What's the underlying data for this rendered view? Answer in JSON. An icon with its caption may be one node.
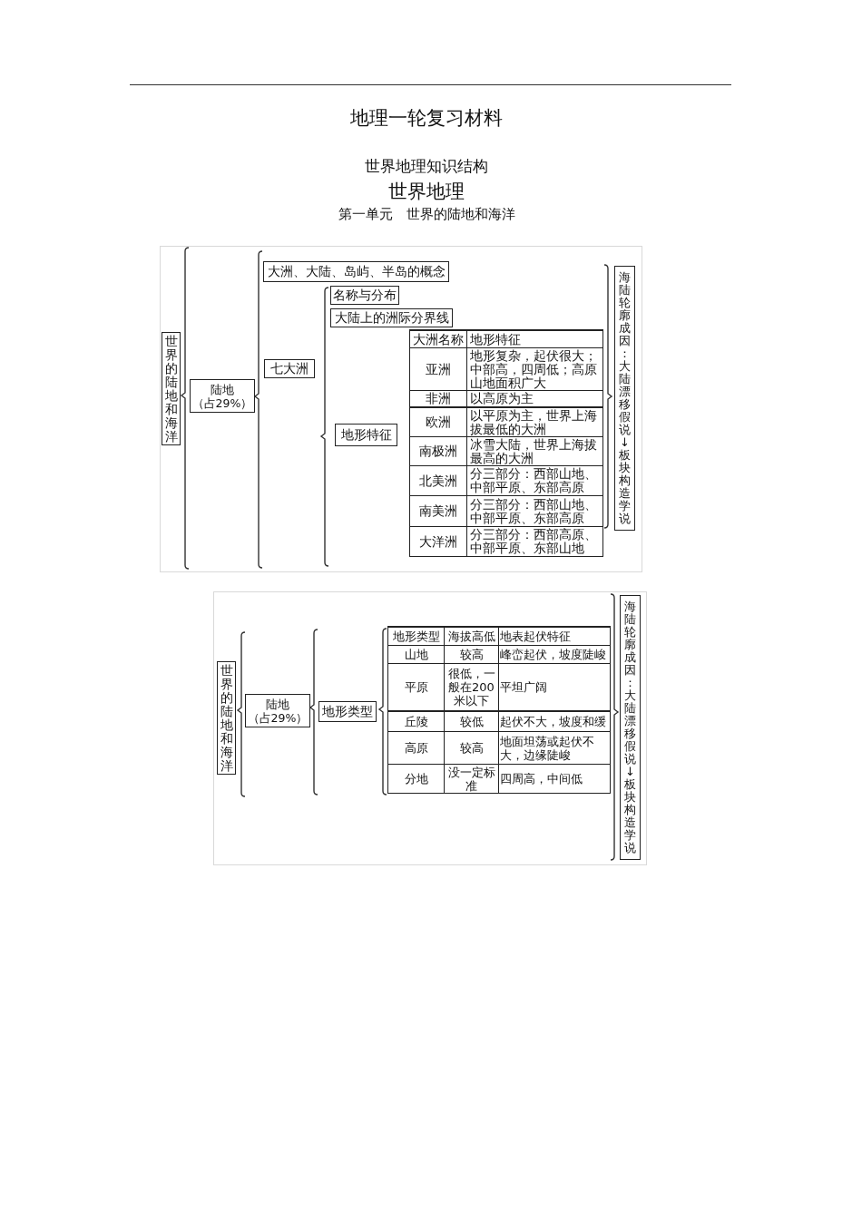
{
  "diagram": {
    "title": "地理一轮复习材料",
    "nodes": [
      {
        "text": [
          "世界的陆地和海洋"
        ]
      },
      {
        "text": [
          "陆地（占29%）"
        ]
      },
      {
        "text": [
          "大洲、大陆、岛屿、半岛的概念"
        ]
      },
      {
        "text": [
          "七大洲"
        ]
      },
      {
        "text": [
          "名称与分布"
        ]
      },
      {
        "text": [
          "大陆上的洲际分界线"
        ]
      },
      {
        "text": [
          "地形特征"
        ]
      },
      {
        "text": [
          "海陆轮廓成因：大陆漂移假说↓板块构造学说"
        ]
      },
      {
        "text": [
          "世界的陆地和海洋"
        ]
      },
      {
        "text": [
          "陆地（占29%）"
        ]
      },
      {
        "text": [
          "地形类型"
        ]
      },
      {
        "text": [
          "海陆轮廓成因：大陆漂移假说↓板块构造学说"
        ]
      }
    ],
    "labels": [
      "世界地理知识结构",
      "世界地理",
      "第一单元　世界的陆地和海洋",
      "大洲名称",
      "地形特征",
      "亚洲",
      "地形复杂，起伏很大；中部高，四周低；高原山地面积广大",
      "非洲",
      "以高原为主",
      "欧洲",
      "以平原为主，世界上海拔最低的大洲",
      "南极洲",
      "冰雪大陆，世界上海拔最高的大洲",
      "北美洲",
      "分三部分：西部山地、中部平原、东部高原",
      "南美洲",
      "分三部分：西部山地、中部平原、东部高原",
      "大洋洲",
      "分三部分：西部高原、中部平原、东部山地",
      "地形类型",
      "海拔高低",
      "地表起伏特征",
      "山地",
      "较高",
      "峰峦起伏，坡度陡峻",
      "平原",
      "很低，一般在200米以下",
      "平坦广阔",
      "丘陵",
      "较低",
      "起伏不大，坡度和缓",
      "高原",
      "较高",
      "地面坦荡或起伏不大，边缘陡峻",
      "分地",
      "没一定标准",
      "四周高，中间低"
    ]
  }
}
